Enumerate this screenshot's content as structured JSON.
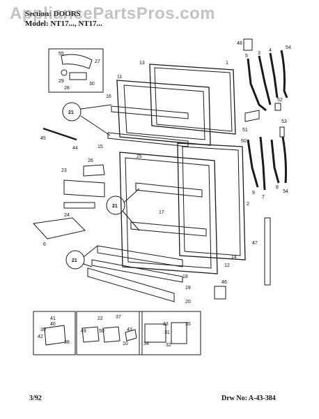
{
  "header": {
    "section_line": "Section: DOORS",
    "model_line": "Model: NT17..., NT17..."
  },
  "watermark": "AppliancePartsPros.com",
  "footer": {
    "date": "3/92",
    "drawing_number": "Drw No: A-43-384"
  },
  "part_numbers": {
    "hinge_detail": [
      "55",
      "27",
      "29",
      "30",
      "28"
    ],
    "freezer_door": [
      "13",
      "1",
      "11",
      "16",
      "15",
      "18"
    ],
    "hardware_right": [
      "48",
      "5",
      "3",
      "4",
      "54",
      "52",
      "53",
      "51",
      "50",
      "9",
      "7",
      "8",
      "54"
    ],
    "fresh_door": [
      "2",
      "14",
      "12",
      "17",
      "18",
      "19",
      "20",
      "26",
      "25",
      "23",
      "24",
      "6"
    ],
    "left_misc": [
      "21",
      "45",
      "44",
      "21",
      "21"
    ],
    "trim": [
      "47",
      "46"
    ],
    "boxes": [
      "41",
      "40",
      "39",
      "42",
      "38",
      "22",
      "37",
      "49",
      "50",
      "43",
      "10",
      "33",
      "35",
      "31",
      "34",
      "32"
    ]
  },
  "colors": {
    "line": "#1a1a1a",
    "paper": "#ffffff"
  }
}
